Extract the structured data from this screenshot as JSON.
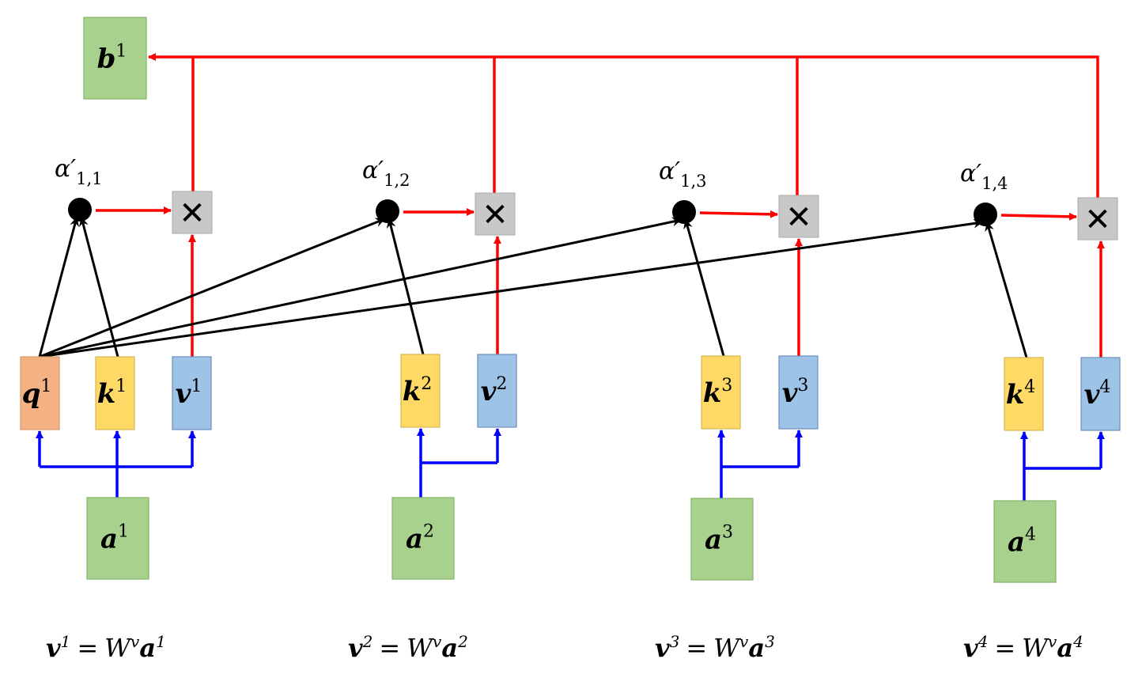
{
  "colors": {
    "query": "#f4b183",
    "key": "#ffd966",
    "value": "#9dc3e6",
    "input": "#a9d18e",
    "output": "#a9d18e",
    "multiply": "#c8c8c8",
    "attention_arrow": "#ff0000",
    "qk_arrow": "#000000",
    "projection_arrow": "#0000ff"
  },
  "output": {
    "var": "b",
    "sup": "1"
  },
  "alphas": [
    {
      "sym": "α′",
      "sub": "1,1"
    },
    {
      "sym": "α′",
      "sub": "1,2"
    },
    {
      "sym": "α′",
      "sub": "1,3"
    },
    {
      "sym": "α′",
      "sub": "1,4"
    }
  ],
  "multiply_symbol": "✕",
  "query": {
    "var": "q",
    "sup": "1"
  },
  "keys": [
    {
      "var": "k",
      "sup": "1"
    },
    {
      "var": "k",
      "sup": "2"
    },
    {
      "var": "k",
      "sup": "3"
    },
    {
      "var": "k",
      "sup": "4"
    }
  ],
  "values": [
    {
      "var": "v",
      "sup": "1"
    },
    {
      "var": "v",
      "sup": "2"
    },
    {
      "var": "v",
      "sup": "3"
    },
    {
      "var": "v",
      "sup": "4"
    }
  ],
  "inputs": [
    {
      "var": "a",
      "sup": "1"
    },
    {
      "var": "a",
      "sup": "2"
    },
    {
      "var": "a",
      "sup": "3"
    },
    {
      "var": "a",
      "sup": "4"
    }
  ],
  "formulas": [
    {
      "lhs": "v",
      "lhs_sup": "1",
      "eq": "=",
      "w": "W",
      "w_sup": "v",
      "rhs": "a",
      "rhs_sup": "1"
    },
    {
      "lhs": "v",
      "lhs_sup": "2",
      "eq": "=",
      "w": "W",
      "w_sup": "v",
      "rhs": "a",
      "rhs_sup": "2"
    },
    {
      "lhs": "v",
      "lhs_sup": "3",
      "eq": "=",
      "w": "W",
      "w_sup": "v",
      "rhs": "a",
      "rhs_sup": "3"
    },
    {
      "lhs": "v",
      "lhs_sup": "4",
      "eq": "=",
      "w": "W",
      "w_sup": "v",
      "rhs": "a",
      "rhs_sup": "4"
    }
  ]
}
